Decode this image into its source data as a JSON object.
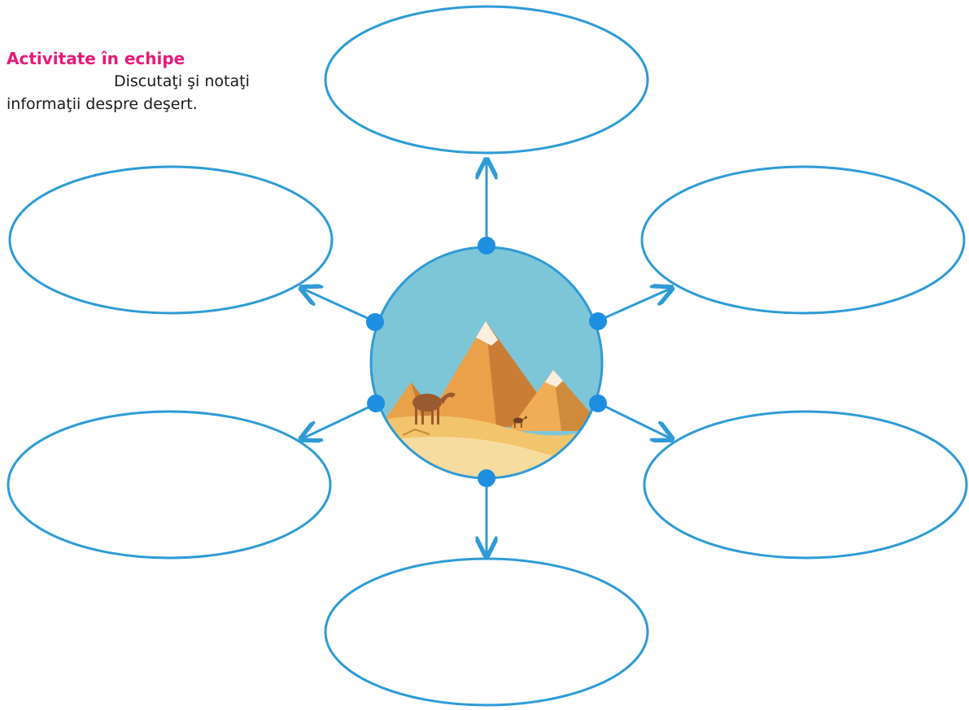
{
  "activity": {
    "heading": "Activitate în echipe",
    "instruction_line1": "Discutaţi şi notaţi",
    "instruction_line2": "informaţii despre deşert."
  },
  "diagram": {
    "center_topic": "desert-scene-icon",
    "answer_bubbles": [
      "",
      "",
      "",
      "",
      "",
      ""
    ]
  },
  "colors": {
    "accent": "#e6197b",
    "line": "#2e9bd6",
    "dot": "#1e8fe0",
    "sky": "#7dc6d8",
    "sand": "#f2c46b"
  }
}
